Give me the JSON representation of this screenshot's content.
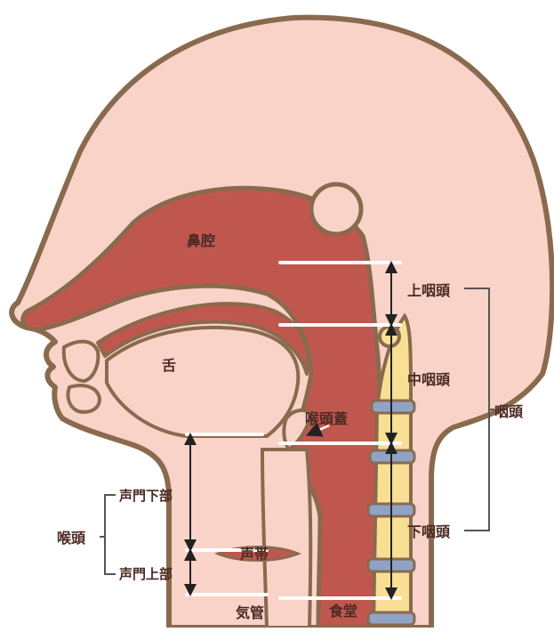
{
  "labels": {
    "nasal_cavity": "鼻腔",
    "tongue": "舌",
    "epiglottis": "喉頭蓋",
    "upper_pharynx": "上咽頭",
    "middle_pharynx": "中咽頭",
    "lower_pharynx": "下咽頭",
    "pharynx": "咽頭",
    "vocal_cord": "声帯",
    "trachea": "気管",
    "esophagus": "食堂",
    "larynx": "喉頭",
    "subglottis": "声門下部",
    "supraglottis": "声門上部"
  },
  "colors": {
    "skin": "#f9d3c8",
    "outline": "#8a6a4e",
    "cavity": "#c0574f",
    "spine": "#f8df94",
    "disc": "#8fa3c7",
    "guide_line": "#ffffff",
    "arrow": "#222222",
    "bracket": "#555555"
  }
}
